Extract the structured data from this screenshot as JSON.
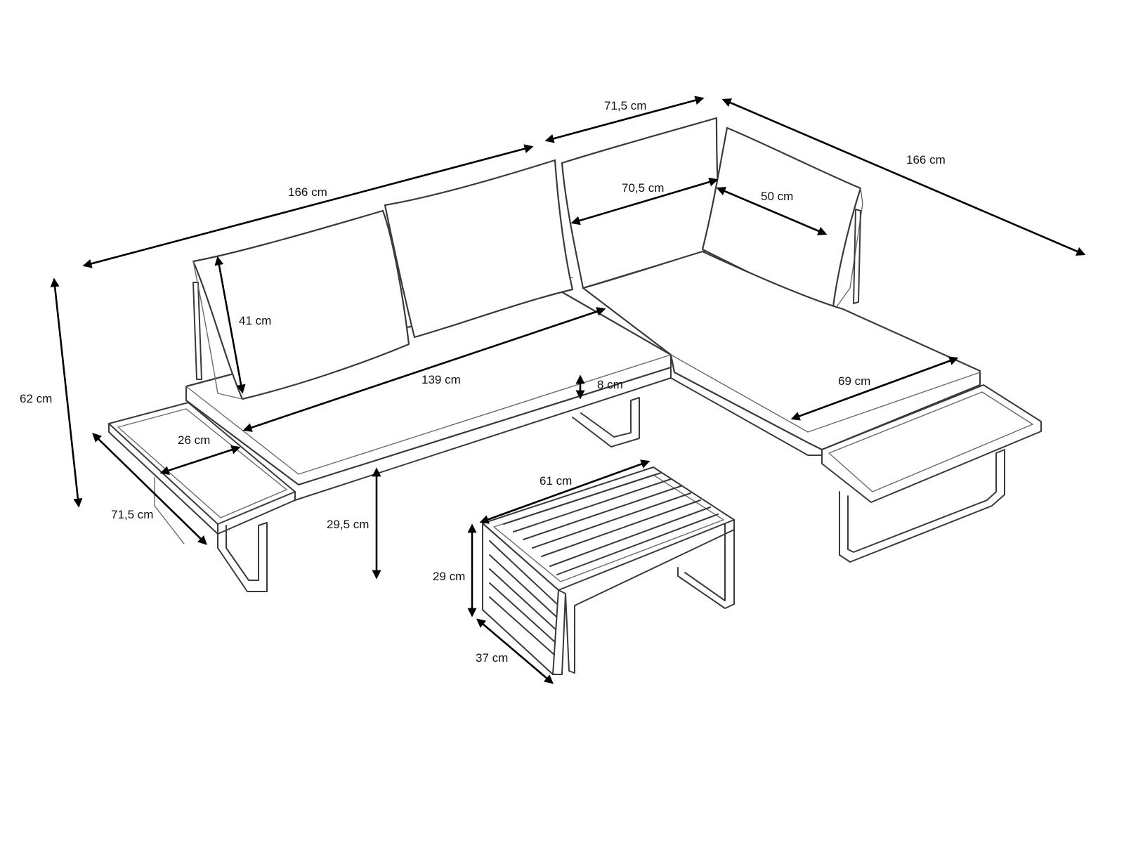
{
  "dimensions": {
    "sofa_length": "166 cm",
    "chaise_depth": "71,5 cm",
    "chaise_length": "166 cm",
    "back_cushion_width": "70,5 cm",
    "side_cushion_width": "50 cm",
    "cushion_height": "41 cm",
    "total_height": "62 cm",
    "seat_length": "139 cm",
    "seat_thickness": "8 cm",
    "side_table_width": "26 cm",
    "sofa_depth": "71,5 cm",
    "seat_height": "29,5 cm",
    "chaise_seat_width": "69 cm",
    "table_length": "61 cm",
    "table_height": "29 cm",
    "table_depth": "37 cm"
  },
  "colors": {
    "line": "#3a3a3a",
    "arrow": "#000000",
    "background": "#ffffff"
  }
}
